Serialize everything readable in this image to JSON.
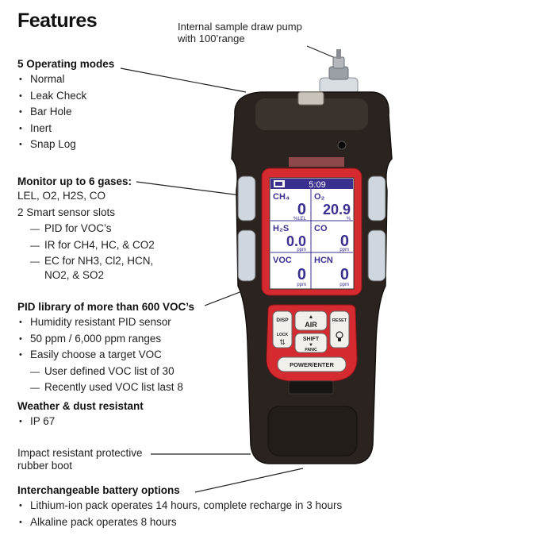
{
  "title": "Features",
  "pump_callout": [
    "Internal sample draw pump",
    "with 100’range"
  ],
  "modes": {
    "heading": "5 Operating modes",
    "items": [
      "Normal",
      "Leak Check",
      "Bar Hole",
      "Inert",
      "Snap Log"
    ]
  },
  "gases": {
    "heading": "Monitor up to 6 gases:",
    "line1": "LEL, O2, H2S, CO",
    "line2": "2 Smart sensor slots",
    "sub": [
      "PID for VOC’s",
      "IR for CH4, HC, & CO2",
      "EC for NH3, Cl2, HCN,"
    ],
    "sub_cont": "NO2, & SO2"
  },
  "pid": {
    "heading": "PID library of more than 600 VOC’s",
    "items": [
      "Humidity resistant PID sensor",
      "50 ppm / 6,000 ppm ranges",
      "Easily choose a target VOC"
    ],
    "sub": [
      "User defined VOC list of 30",
      "Recently used VOC list last 8"
    ]
  },
  "weather": {
    "heading": "Weather & dust resistant",
    "items": [
      "IP 67"
    ]
  },
  "boot_callout": [
    "Impact resistant protective",
    "rubber boot"
  ],
  "battery": {
    "heading": "Interchangeable battery options",
    "items": [
      "Lithium-ion pack operates 14 hours, complete recharge in 3 hours",
      "Alkaline pack operates 8 hours"
    ]
  },
  "device": {
    "screen": {
      "time": "5:09",
      "cells": [
        {
          "name": "CH₄",
          "value": "0",
          "unit": "%LEL"
        },
        {
          "name": "O₂",
          "value": "20.9",
          "unit": "%"
        },
        {
          "name": "H₂S",
          "value": "0.0",
          "unit": "ppm"
        },
        {
          "name": "CO",
          "value": "0",
          "unit": "ppm"
        },
        {
          "name": "VOC",
          "value": "0",
          "unit": "ppm"
        },
        {
          "name": "HCN",
          "value": "0",
          "unit": "ppm"
        }
      ]
    },
    "buttons": {
      "disp": "DISP",
      "lock": "LOCK",
      "air": "AIR",
      "reset": "RESET",
      "shift": "SHIFT",
      "panic": "PANIC",
      "power": "POWER/ENTER"
    },
    "colors": {
      "body": "#2a2320",
      "accent_red": "#d42a30",
      "screen_bg": "#ffffff",
      "screen_text": "#3a3090"
    }
  }
}
